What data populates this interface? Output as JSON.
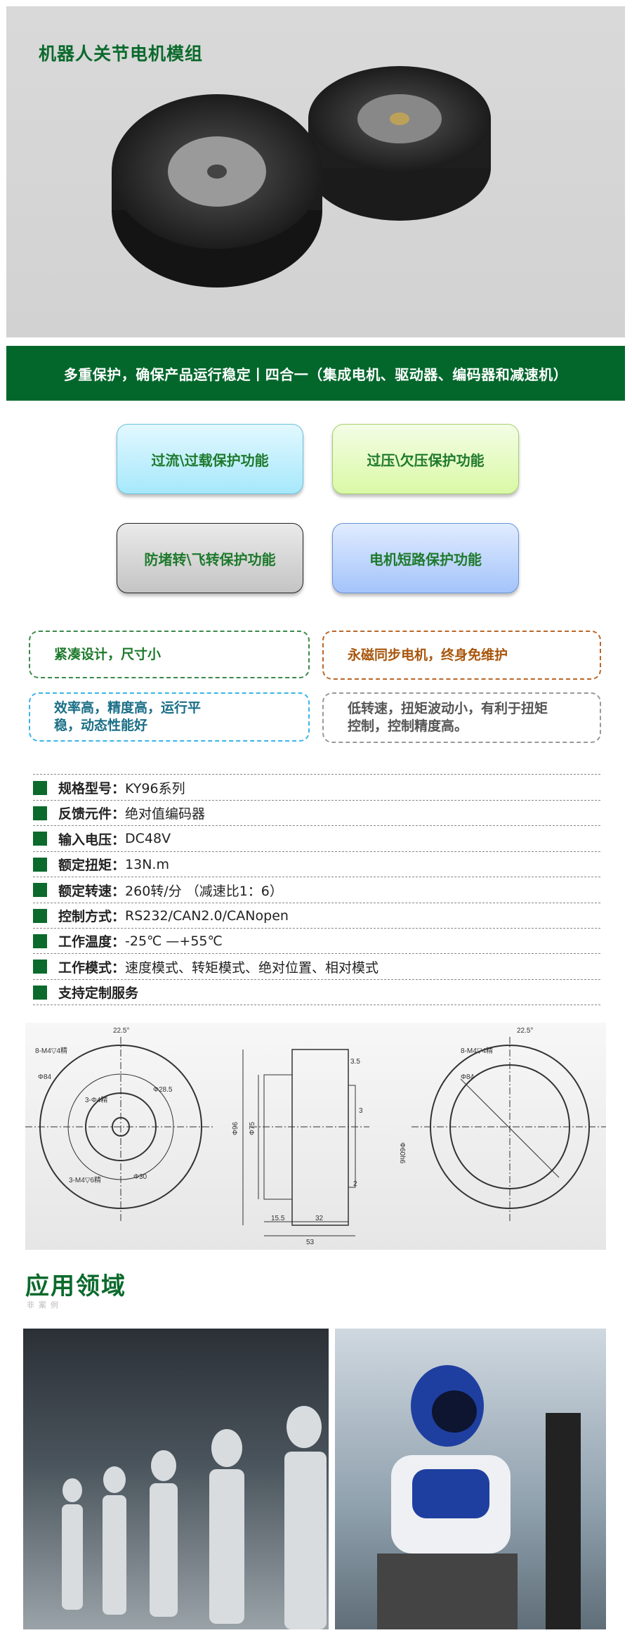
{
  "hero": {
    "title": "机器人关节电机模组"
  },
  "banner": {
    "text": "多重保护，确保产品运行稳定丨四合一（集成电机、驱动器、编码器和减速机）"
  },
  "protections": [
    {
      "label": "过流\\过载保护功能",
      "color": "#aeeafc"
    },
    {
      "label": "过压\\欠压保护功能",
      "color": "#ddf9ad"
    },
    {
      "label": "防堵转\\飞转保护功能",
      "color": "#cfcfcf"
    },
    {
      "label": "电机短路保护功能",
      "color": "#a9c8fb"
    }
  ],
  "features": [
    {
      "text": "紧凑设计，尺寸小",
      "color": "#1e7a2c"
    },
    {
      "text": "永磁同步电机，终身免维护",
      "color": "#a8560c"
    },
    {
      "text": "效率高，精度高，运行平稳，动态性能好",
      "color": "#1a6e86"
    },
    {
      "text": "低转速，扭矩波动小，有利于扭矩控制，控制精度高。",
      "color": "#555555"
    }
  ],
  "specs": [
    {
      "key": "规格型号：",
      "value": "KY96系列"
    },
    {
      "key": "反馈元件：",
      "value": "绝对值编码器"
    },
    {
      "key": "输入电压：",
      "value": "DC48V"
    },
    {
      "key": "额定扭矩：",
      "value": "13N.m"
    },
    {
      "key": "额定转速：",
      "value": "260转/分 （减速比1：6）"
    },
    {
      "key": "控制方式：",
      "value": "RS232/CAN2.0/CANopen"
    },
    {
      "key": "工作温度：",
      "value": "-25℃ —+55℃"
    },
    {
      "key": "工作模式：",
      "value": "速度模式、转矩模式、绝对位置、相对模式"
    },
    {
      "key": "支持定制服务",
      "value": ""
    }
  ],
  "drawing": {
    "labels": {
      "angle": "22.5°",
      "holes8": "8-M4▽4精",
      "d84": "Φ84",
      "d28": "Φ28.5",
      "h3": "3-Φ4精",
      "m4": "3-M4▽6精",
      "d30": "Φ30",
      "d96": "Φ96",
      "d75": "Φ75",
      "d60": "Φ60h6",
      "l35": "3.5",
      "l3": "3",
      "l2": "2",
      "l155": "15.5",
      "l32": "32",
      "l53": "53"
    }
  },
  "application": {
    "title": "应用领域",
    "subtitle": "非案例"
  }
}
